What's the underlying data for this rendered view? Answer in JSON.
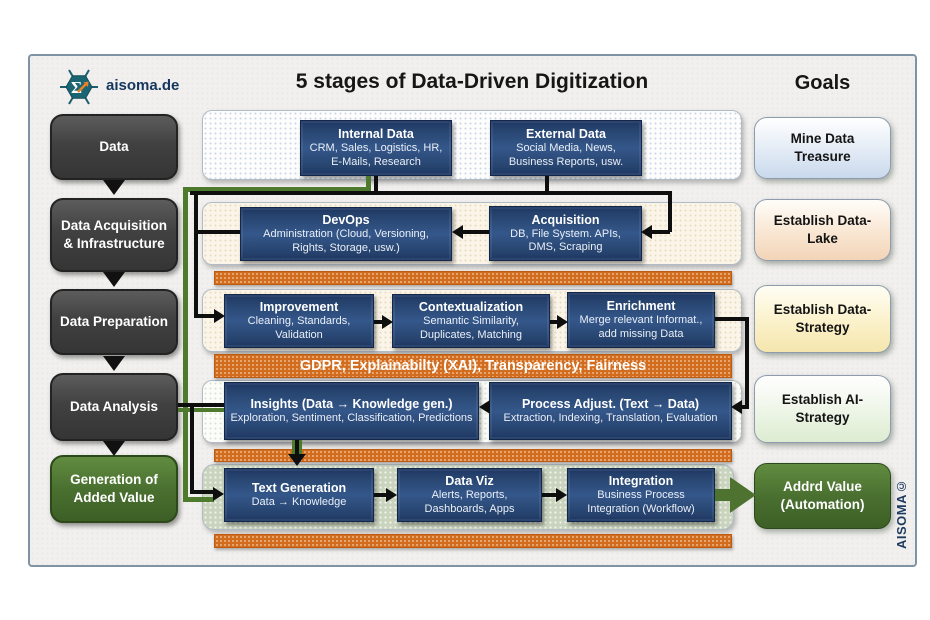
{
  "brand": {
    "logo_label": "aisoma.de",
    "watermark": "AISOMA©"
  },
  "title": "5 stages of Data-Driven Digitization",
  "goals": {
    "heading": "Goals",
    "items": [
      {
        "label": "Mine Data Treasure"
      },
      {
        "label": "Establish Data-Lake"
      },
      {
        "label": "Establish Data-Strategy"
      },
      {
        "label": "Establish AI-Strategy"
      },
      {
        "label": "Addrd Value (Automation)"
      }
    ]
  },
  "stages": {
    "items": [
      {
        "label": "Data"
      },
      {
        "label": "Data Acquisition & Infrastructure"
      },
      {
        "label": "Data Preparation"
      },
      {
        "label": "Data Analysis"
      },
      {
        "label": "Generation of Added Value"
      }
    ]
  },
  "flow": {
    "sources": {
      "boxes": [
        {
          "title": "Internal Data",
          "body": "CRM, Sales, Logistics, HR, E-Mails, Research"
        },
        {
          "title": "External Data",
          "body": "Social Media, News, Business Reports, usw."
        }
      ]
    },
    "infrastructure": {
      "boxes": [
        {
          "title": "DevOps",
          "body": "Administration (Cloud, Versioning, Rights, Storage, usw.)"
        },
        {
          "title": "Acquisition",
          "body": "DB, File System. APIs, DMS, Scraping"
        }
      ]
    },
    "preparation": {
      "boxes": [
        {
          "title": "Improvement",
          "body": "Cleaning, Standards, Validation"
        },
        {
          "title": "Contextualization",
          "body": "Semantic Similarity, Duplicates, Matching"
        },
        {
          "title": "Enrichment",
          "body": "Merge relevant Informat., add missing Data"
        }
      ]
    },
    "compliance_band": {
      "label": "GDPR, Explainabilty (XAI), Transparency, Fairness"
    },
    "analysis": {
      "boxes": [
        {
          "title": "Insights (Data → Knowledge gen.)",
          "body": "Exploration, Sentiment, Classification, Predictions"
        },
        {
          "title": "Process Adjust. (Text → Data)",
          "body": "Extraction, Indexing, Translation, Evaluation"
        }
      ]
    },
    "value_generation": {
      "boxes": [
        {
          "title": "Text Generation",
          "body": "Data → Knowledge"
        },
        {
          "title": "Data Viz",
          "body": "Alerts, Reports, Dashboards, Apps"
        },
        {
          "title": "Integration",
          "body": "Business Process Integration (Workflow)"
        }
      ]
    }
  },
  "colors": {
    "navy": "#1f3864",
    "orange": "#d26d1f",
    "green_dark": "#4a7030",
    "gray_dark": "#3f3f3f",
    "teal": "#1a5f6e",
    "panel_bg": "#f1f0ee"
  }
}
